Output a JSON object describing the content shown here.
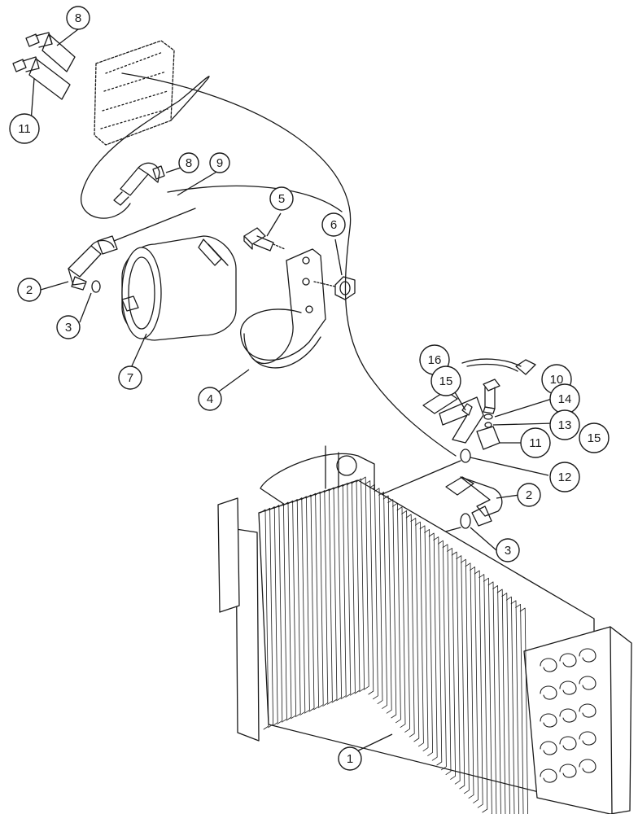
{
  "callouts": [
    {
      "id": "c8a",
      "label": "8"
    },
    {
      "id": "c11a",
      "label": "11"
    },
    {
      "id": "c8b",
      "label": "8"
    },
    {
      "id": "c9",
      "label": "9"
    },
    {
      "id": "c5",
      "label": "5"
    },
    {
      "id": "c6",
      "label": "6"
    },
    {
      "id": "c2a",
      "label": "2"
    },
    {
      "id": "c3a",
      "label": "3"
    },
    {
      "id": "c7",
      "label": "7"
    },
    {
      "id": "c4",
      "label": "4"
    },
    {
      "id": "c16",
      "label": "16"
    },
    {
      "id": "c15a",
      "label": "15"
    },
    {
      "id": "c10",
      "label": "10"
    },
    {
      "id": "c14",
      "label": "14"
    },
    {
      "id": "c13",
      "label": "13"
    },
    {
      "id": "c15b",
      "label": "15"
    },
    {
      "id": "c11b",
      "label": "11"
    },
    {
      "id": "c12",
      "label": "12"
    },
    {
      "id": "c2b",
      "label": "2"
    },
    {
      "id": "c3b",
      "label": "3"
    },
    {
      "id": "c1",
      "label": "1"
    }
  ],
  "colors": {
    "line": "#1a1a1a",
    "background": "#ffffff"
  }
}
